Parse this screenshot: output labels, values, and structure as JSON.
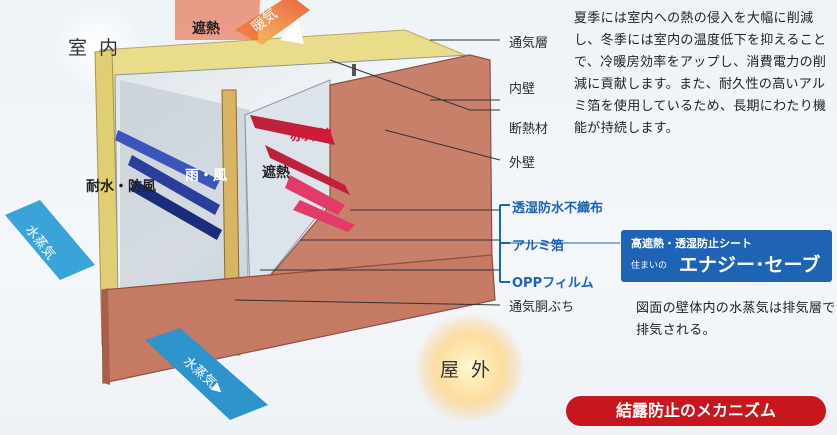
{
  "indoor_label": "室 内",
  "outdoor_label": "屋 外",
  "arrow_labels": {
    "heat_shield_top": "遮熱",
    "warm_air": "暖気",
    "infrared": "赤外線",
    "heat_shield_mid": "遮熱",
    "rain_wind": "雨・風",
    "water_wind_resist": "耐水・防風",
    "vapor_left": "水蒸気",
    "vapor_bottom": "水蒸気▶"
  },
  "layer_labels": {
    "ventilation_layer": "通気層",
    "inner_wall": "内壁",
    "insulation": "断熱材",
    "outer_wall": "外壁",
    "vented_furring": "通気胴ぶち"
  },
  "sheet_layers": {
    "breathable_nonwoven": "透湿防水不織布",
    "aluminum_foil": "アルミ箔",
    "opp_film": "OPPフィルム"
  },
  "description": "夏季には室内への熱の侵入を大幅に削減し、冬季には室内の温度低下を抑えることで、冷暖房効率をアップし、消費電力の削減に貢献します。また、耐久性の高いアルミ箔を使用しているため、長期にわたり機能が持続します。",
  "product": {
    "subtitle": "高遮熱・透湿防止シート",
    "prefix": "住まいの",
    "name": "エナジー･セーブ"
  },
  "vapor_note": "図面の壁体内の水蒸気は排気層で排気される。",
  "mechanism_title": "結露防止のメカニズム",
  "colors": {
    "accent_blue": "#1f63b6",
    "title_red": "#c8161d",
    "outer_wall": "#c8806a",
    "insulation": "#e9dc8a"
  }
}
